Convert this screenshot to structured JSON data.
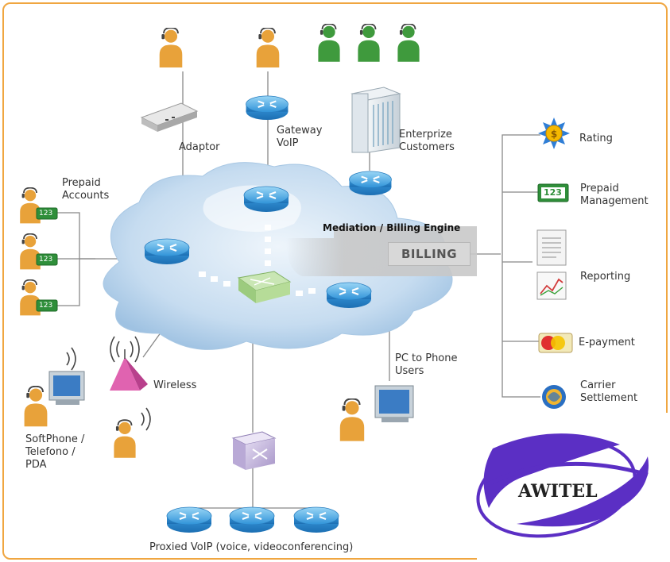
{
  "labels": {
    "adaptor": "Adaptor",
    "gateway": [
      "Gateway",
      "VoIP"
    ],
    "enterprise": [
      "Enterprize",
      "Customers"
    ],
    "prepaid_accounts": [
      "Prepaid",
      "Accounts"
    ],
    "mediation": "Mediation / Billing Engine",
    "billing": "BILLING",
    "rating": "Rating",
    "prepaid_management": [
      "Prepaid",
      "Management"
    ],
    "reporting": "Reporting",
    "epayment": "E-payment",
    "carrier": [
      "Carrier",
      "Settlement"
    ],
    "pc_to_phone": [
      "PC to Phone",
      "Users"
    ],
    "wireless": "Wireless",
    "softphone": [
      "SoftPhone /",
      "Telefono /",
      "PDA"
    ],
    "proxied": "Proxied VoIP (voice, videoconferencing)"
  },
  "badges": {
    "prepaid_badge": "123",
    "management_badge": "123"
  },
  "logo": {
    "text": "AWITEL"
  },
  "icons": [
    "person-icon",
    "router-icon",
    "server-rack-icon",
    "adaptor-icon",
    "switch-icon",
    "wireless-antenna-icon",
    "computer-icon",
    "rating-icon",
    "document-icon",
    "chart-icon",
    "credit-card-icon",
    "settlement-icon",
    "proxy-cube-icon",
    "awitel-logo"
  ],
  "colors": {
    "frame": "#f0a640",
    "cloud": "#b9d6ee",
    "router": "#62b6ec",
    "person_orange": "#e8a23a",
    "person_green": "#3f9a3d",
    "logo_purple": "#5b2fc4",
    "billing_box": "#d8d8d8"
  }
}
